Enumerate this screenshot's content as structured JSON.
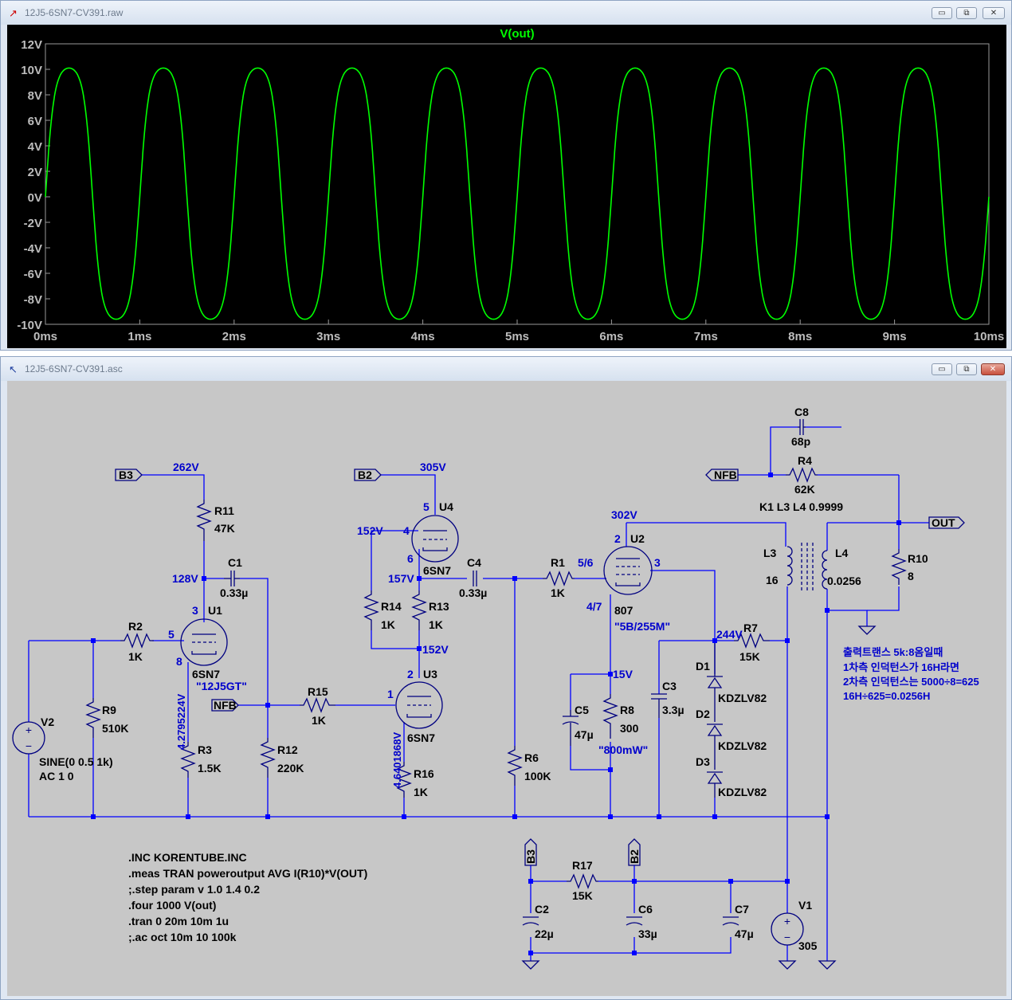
{
  "waveform_window": {
    "title": "12J5-6SN7-CV391.raw",
    "trace_label": "V(out)",
    "buttons": {
      "minimize": "▭",
      "maximize": "⧉",
      "close": "✕"
    }
  },
  "chart_data": {
    "type": "line",
    "title": "V(out)",
    "xlabel": "",
    "ylabel": "",
    "x_ticks": [
      "0ms",
      "1ms",
      "2ms",
      "3ms",
      "4ms",
      "5ms",
      "6ms",
      "7ms",
      "8ms",
      "9ms",
      "10ms"
    ],
    "y_ticks": [
      "12V",
      "10V",
      "8V",
      "6V",
      "4V",
      "2V",
      "0V",
      "-2V",
      "-4V",
      "-6V",
      "-8V",
      "-10V"
    ],
    "xlim_ms": [
      0,
      10
    ],
    "ylim_v": [
      -10,
      12
    ],
    "series": [
      {
        "name": "V(out)",
        "color": "#00ff00",
        "frequency_hz": 1000,
        "peak_positive_v": 10.1,
        "peak_negative_v": -9.6,
        "x_ms": [
          0,
          0.125,
          0.25,
          0.375,
          0.5,
          0.625,
          0.75,
          0.875,
          1.0
        ],
        "y_v": [
          0,
          7.1,
          10.1,
          7.2,
          0,
          -6.9,
          -9.6,
          -6.8,
          0
        ]
      }
    ],
    "grid": false,
    "background": "#000000"
  },
  "schematic_window": {
    "title": "12J5-6SN7-CV391.asc",
    "buttons": {
      "minimize": "▭",
      "maximize": "⧉",
      "close": "✕"
    },
    "labels": {
      "b3_flag": "B3",
      "b2_flag": "B2",
      "nfb_flag_left": "NFB",
      "nfb_flag_top": "NFB",
      "out_flag": "OUT",
      "v262": "262V",
      "v305": "305V",
      "v302": "302V",
      "v152a": "152V",
      "v157": "157V",
      "v152b": "152V",
      "v128": "128V",
      "v15": "15V",
      "v244": "244V",
      "r11": "R11",
      "r11v": "47K",
      "c1": "C1",
      "c1v": "0.33µ",
      "u1": "U1",
      "u1v": "6SN7",
      "u1m": "\"12J5GT\"",
      "u1p3": "3",
      "u1p5": "5",
      "u1p8": "8",
      "r2": "R2",
      "r2v": "1K",
      "r9": "R9",
      "r9v": "510K",
      "v2": "V2",
      "v2v": "SINE(0 0.5 1k)",
      "v2ac": "AC 1 0",
      "r3": "R3",
      "r3v": "1.5K",
      "u1cat": "4.2795224V",
      "r12": "R12",
      "r12v": "220K",
      "r15": "R15",
      "r15v": "1K",
      "u4": "U4",
      "u4v": "6SN7",
      "u4p5": "5",
      "u4p4": "4",
      "u4p6": "6",
      "r14": "R14",
      "r14v": "1K",
      "r13": "R13",
      "r13v": "1K",
      "u3": "U3",
      "u3v": "6SN7",
      "u3p2": "2",
      "u3p1": "1",
      "r16": "R16",
      "r16v": "1K",
      "u3cat": "4.6401868V",
      "c4": "C4",
      "c4v": "0.33µ",
      "r6": "R6",
      "r6v": "100K",
      "r1": "R1",
      "r1v": "1K",
      "u2": "U2",
      "u2v": "807",
      "u2m": "\"5B/255M\"",
      "u2p2": "2",
      "u2p56": "5/6",
      "u2p3": "3",
      "u2p47": "4/7",
      "c5": "C5",
      "c5v": "47µ",
      "r8": "R8",
      "r8v": "300",
      "r8m": "\"800mW\"",
      "c3": "C3",
      "c3v": "3.3µ",
      "r7": "R7",
      "r7v": "15K",
      "d1": "D1",
      "d2": "D2",
      "d3": "D3",
      "dv": "KDZLV82",
      "c8": "C8",
      "c8v": "68p",
      "r4": "R4",
      "r4v": "62K",
      "k1": "K1 L3 L4 0.9999",
      "l3": "L3",
      "l3v": "16",
      "l4": "L4",
      "l4v": "0.0256",
      "r10": "R10",
      "r10v": "8",
      "note1": "출력트랜스 5k:8옴일때",
      "note2": "1차측 인덕턴스가 16H라면",
      "note3": "2차측 인덕턴스는 5000÷8=625",
      "note4": "16H÷625=0.0256H",
      "r17": "R17",
      "r17v": "15K",
      "c2": "C2",
      "c2v": "22µ",
      "c6": "C6",
      "c6v": "33µ",
      "c7": "C7",
      "c7v": "47µ",
      "v1": "V1",
      "v1v": "305",
      "b3_flag_b": "B3",
      "b2_flag_b": "B2",
      "dir1": ".INC KORENTUBE.INC",
      "dir2": ".meas TRAN poweroutput AVG I(R10)*V(OUT)",
      "dir3": ";.step param v 1.0 1.4 0.2",
      "dir4": ".four 1000 V(out)",
      "dir5": ".tran 0 20m 10m 1u",
      "dir6": ";.ac oct 10m 10 100k"
    }
  }
}
